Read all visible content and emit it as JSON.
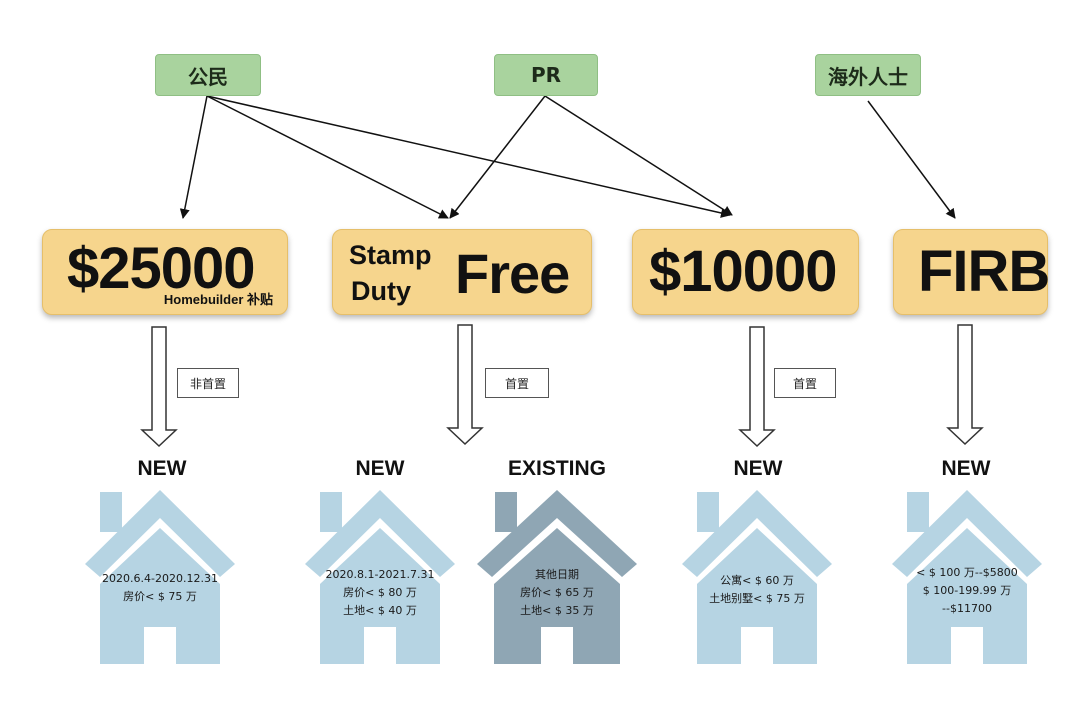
{
  "groups": {
    "citizen": "公民",
    "pr": "PR",
    "overseas": "海外人士"
  },
  "benefits": {
    "homebuilder": {
      "amount": "$25000",
      "subtitle": "Homebuilder 补贴"
    },
    "stamp_duty": {
      "line1": "Stamp",
      "line2": "Duty",
      "big": "Free"
    },
    "grant": {
      "amount": "$10000"
    },
    "firb": {
      "label": "FIRB"
    }
  },
  "notes": {
    "homebuilder": "非首置",
    "stamp_duty": "首置",
    "grant": "首置"
  },
  "property_types": {
    "h1": "NEW",
    "h2": "NEW",
    "h3": "EXISTING",
    "h4": "NEW",
    "h5": "NEW"
  },
  "houses": {
    "h1": {
      "line1": "2020.6.4-2020.12.31",
      "line2": "房价< $ 75 万"
    },
    "h2": {
      "line1": "2020.8.1-2021.7.31",
      "line2": "房价< $ 80 万",
      "line3": "土地< $ 40 万"
    },
    "h3": {
      "line1": "其他日期",
      "line2": "房价< $ 65 万",
      "line3": "土地< $ 35 万"
    },
    "h4": {
      "line1": "公寓< $ 60 万",
      "line2": "土地别墅< $ 75 万"
    },
    "h5": {
      "line1": "< $ 100 万--$5800",
      "line2": "$ 100-199.99 万",
      "line3": "--$11700"
    }
  },
  "colors": {
    "tag_green": "#a9d39e",
    "box_gold": "#f6d58d",
    "house_blue": "#b6d4e3",
    "house_grey": "#8fa6b4"
  }
}
